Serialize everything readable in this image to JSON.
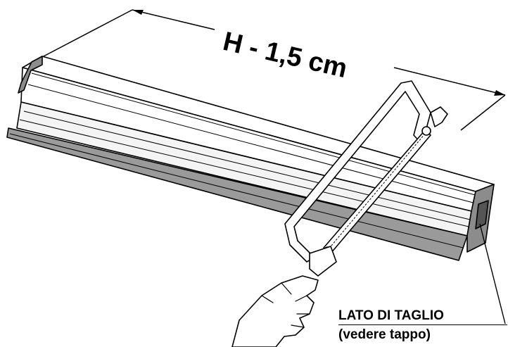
{
  "dimension": {
    "label": "H - 1,5 cm"
  },
  "callout": {
    "line1": "LATO DI TAGLIO",
    "line2": "(vedere tappo)"
  },
  "colors": {
    "ink": "#000000",
    "profile_light": "#ffffff",
    "profile_shadow": "#9a9a9a",
    "end_cap": "#8c8c8c"
  }
}
